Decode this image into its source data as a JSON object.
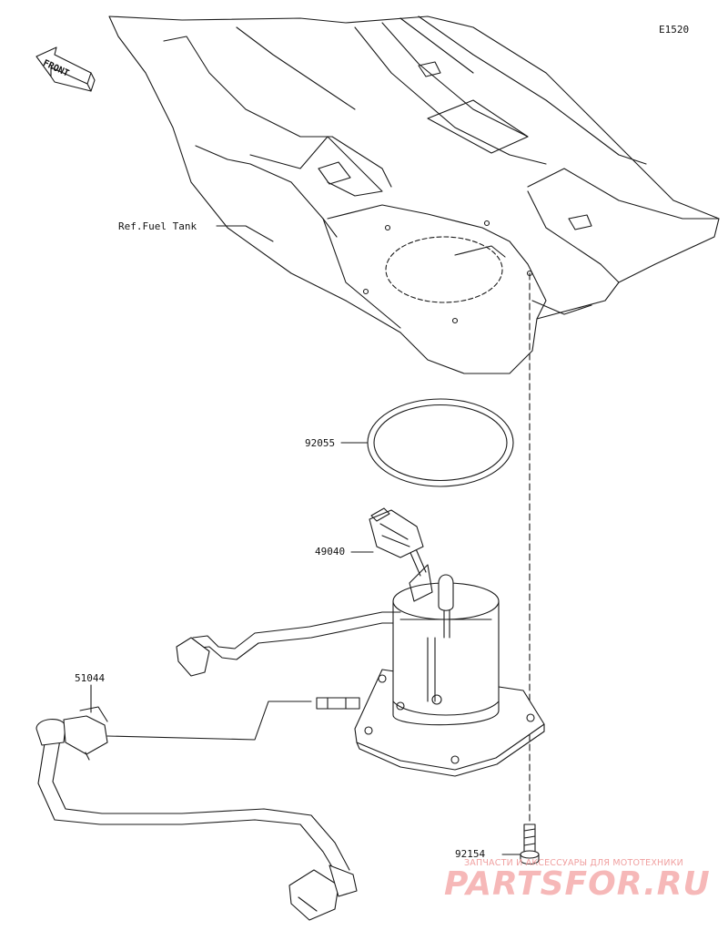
{
  "diagram": {
    "code": "E1520",
    "front_label": "FRONT",
    "ref_label": "Ref.Fuel Tank",
    "parts": [
      {
        "number": "92055"
      },
      {
        "number": "49040"
      },
      {
        "number": "51044"
      },
      {
        "number": "92154"
      }
    ]
  },
  "watermark": {
    "subtitle": "ЗАПЧАСТИ И АКСЕССУАРЫ ДЛЯ МОТОТЕХНИКИ",
    "brand": "PARTSFOR.RU",
    "color": "#f6b8b8"
  }
}
